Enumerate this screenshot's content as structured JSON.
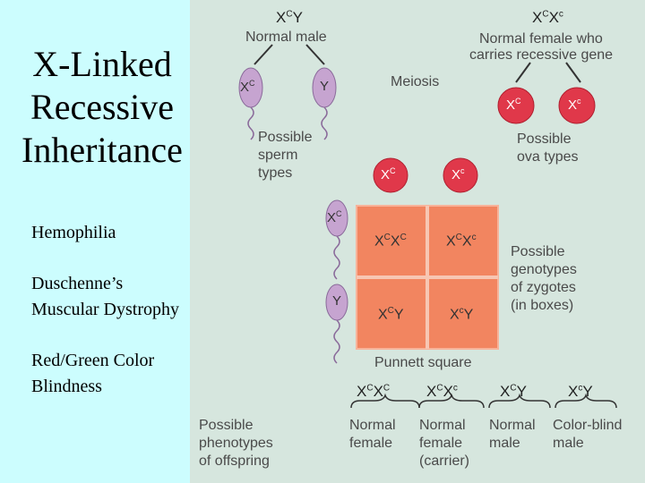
{
  "slide": {
    "title_line1": "X-Linked",
    "title_line2": "Recessive",
    "title_line3": "Inheritance",
    "bullets": [
      "Hemophilia",
      "Duschenne’s Muscular Dystrophy",
      "Red/Green Color Blindness"
    ]
  },
  "diagram": {
    "male_label": "Normal male",
    "female_label_1": "Normal female who",
    "female_label_2": "carries recessive gene",
    "meiosis": "Meiosis",
    "sperm_1": "Possible",
    "sperm_2": "sperm",
    "sperm_3": "types",
    "ova_1": "Possible",
    "ova_2": "ova types",
    "zyg_1": "Possible",
    "zyg_2": "genotypes",
    "zyg_3": "of zygotes",
    "zyg_4": "(in boxes)",
    "punnett": "Punnett square",
    "pheno_1": "Possible",
    "pheno_2": "phenotypes",
    "pheno_3": "of offspring",
    "off1_a": "Normal",
    "off1_b": "female",
    "off2_a": "Normal",
    "off2_b": "female",
    "off2_c": "(carrier)",
    "off3_a": "Normal",
    "off3_b": "male",
    "off4_a": "Color-blind",
    "off4_b": "male",
    "X": "X",
    "Y": "Y",
    "C": "C",
    "c": "c"
  }
}
